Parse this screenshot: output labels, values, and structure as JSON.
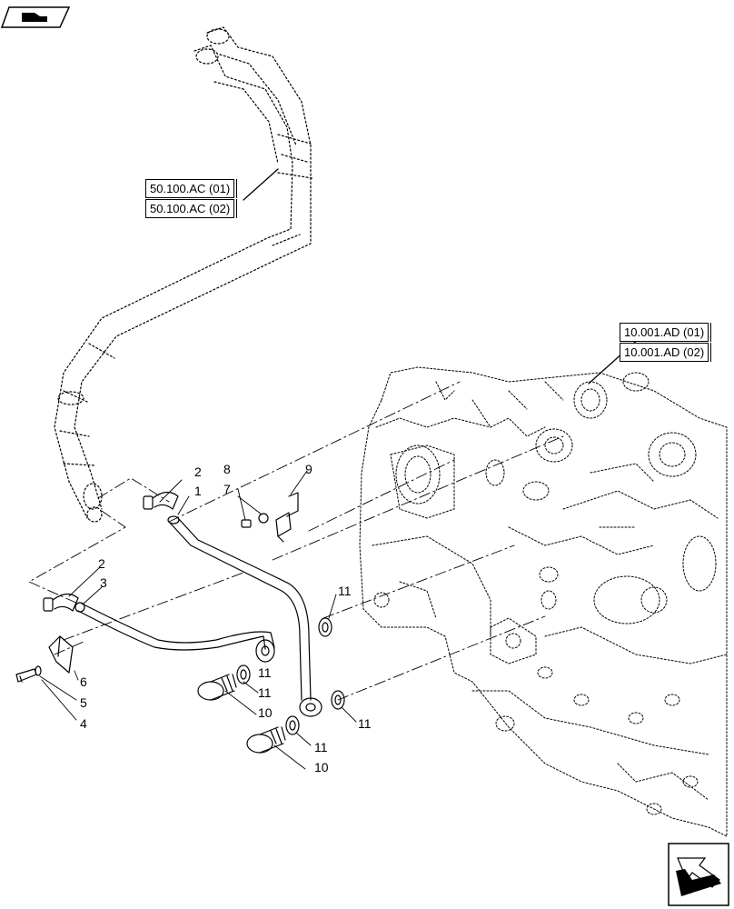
{
  "references": {
    "frame_ref_1": "50.100.AC (01)",
    "frame_ref_2": "50.100.AC (02)",
    "engine_ref_1": "10.001.AD (01)",
    "engine_ref_2": "10.001.AD (02)"
  },
  "callouts": {
    "c1": "1",
    "c2a": "2",
    "c2b": "2",
    "c3": "3",
    "c4": "4",
    "c5": "5",
    "c6": "6",
    "c7": "7",
    "c8": "8",
    "c9": "9",
    "c10a": "10",
    "c10b": "10",
    "c11a": "11",
    "c11b": "11",
    "c11c": "11",
    "c11d": "11",
    "c11e": "11"
  },
  "icons": {
    "top_left": "catalog-icon",
    "bottom_right": "next-page-arrow-icon"
  }
}
